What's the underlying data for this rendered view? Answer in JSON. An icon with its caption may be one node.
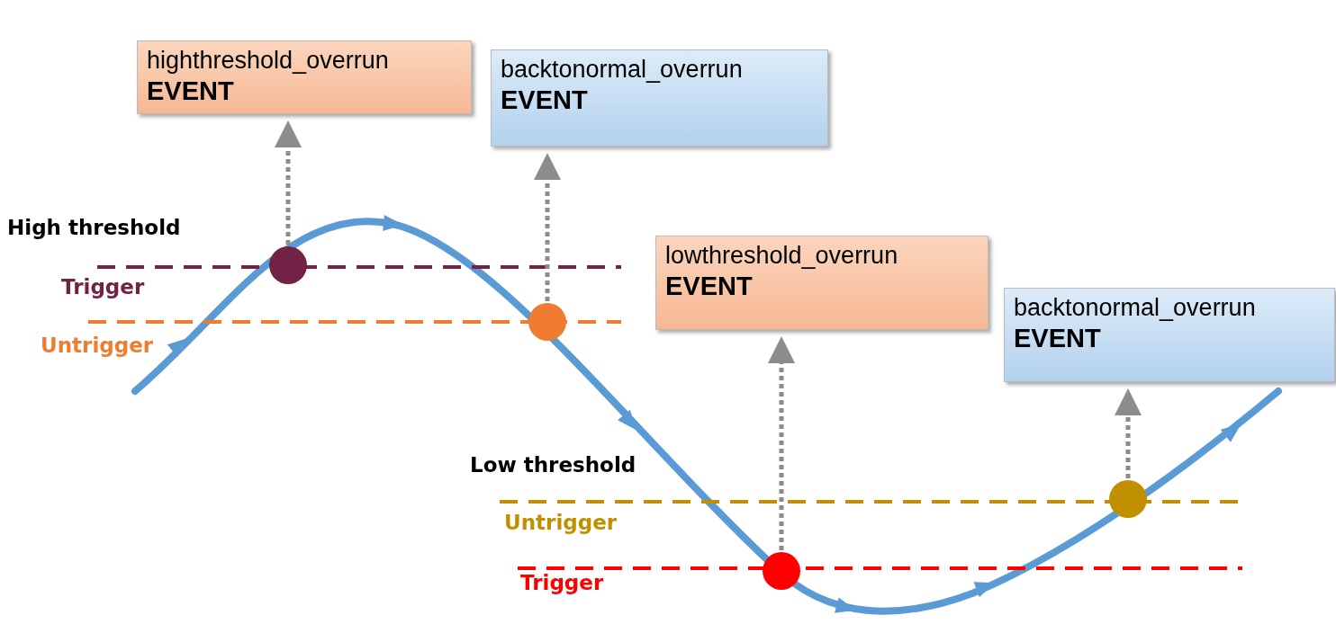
{
  "diagram": {
    "nodes": [
      {
        "text": [
          "highthreshold_overrun",
          "EVENT"
        ]
      },
      {
        "text": [
          "backtonormal_overrun",
          "EVENT"
        ]
      },
      {
        "text": [
          "lowthreshold_overrun",
          "EVENT"
        ]
      },
      {
        "text": [
          "backtonormal_overrun",
          "EVENT"
        ]
      },
      {
        "text": [],
        "shape": "circle"
      },
      {
        "text": [],
        "shape": "circle"
      },
      {
        "text": [],
        "shape": "circle"
      },
      {
        "text": [],
        "shape": "circle"
      }
    ],
    "edges": [
      {
        "from": 4,
        "to": 0,
        "arrow": "to",
        "style": "dashed"
      },
      {
        "from": 5,
        "to": 1,
        "arrow": "to",
        "style": "dashed"
      },
      {
        "from": 6,
        "to": 2,
        "arrow": "to",
        "style": "dashed"
      },
      {
        "from": 7,
        "to": 3,
        "arrow": "to",
        "style": "dashed"
      }
    ],
    "labels": [
      "High threshold",
      "Trigger",
      "Untrigger",
      "Low threshold",
      "Untrigger",
      "Trigger"
    ]
  }
}
